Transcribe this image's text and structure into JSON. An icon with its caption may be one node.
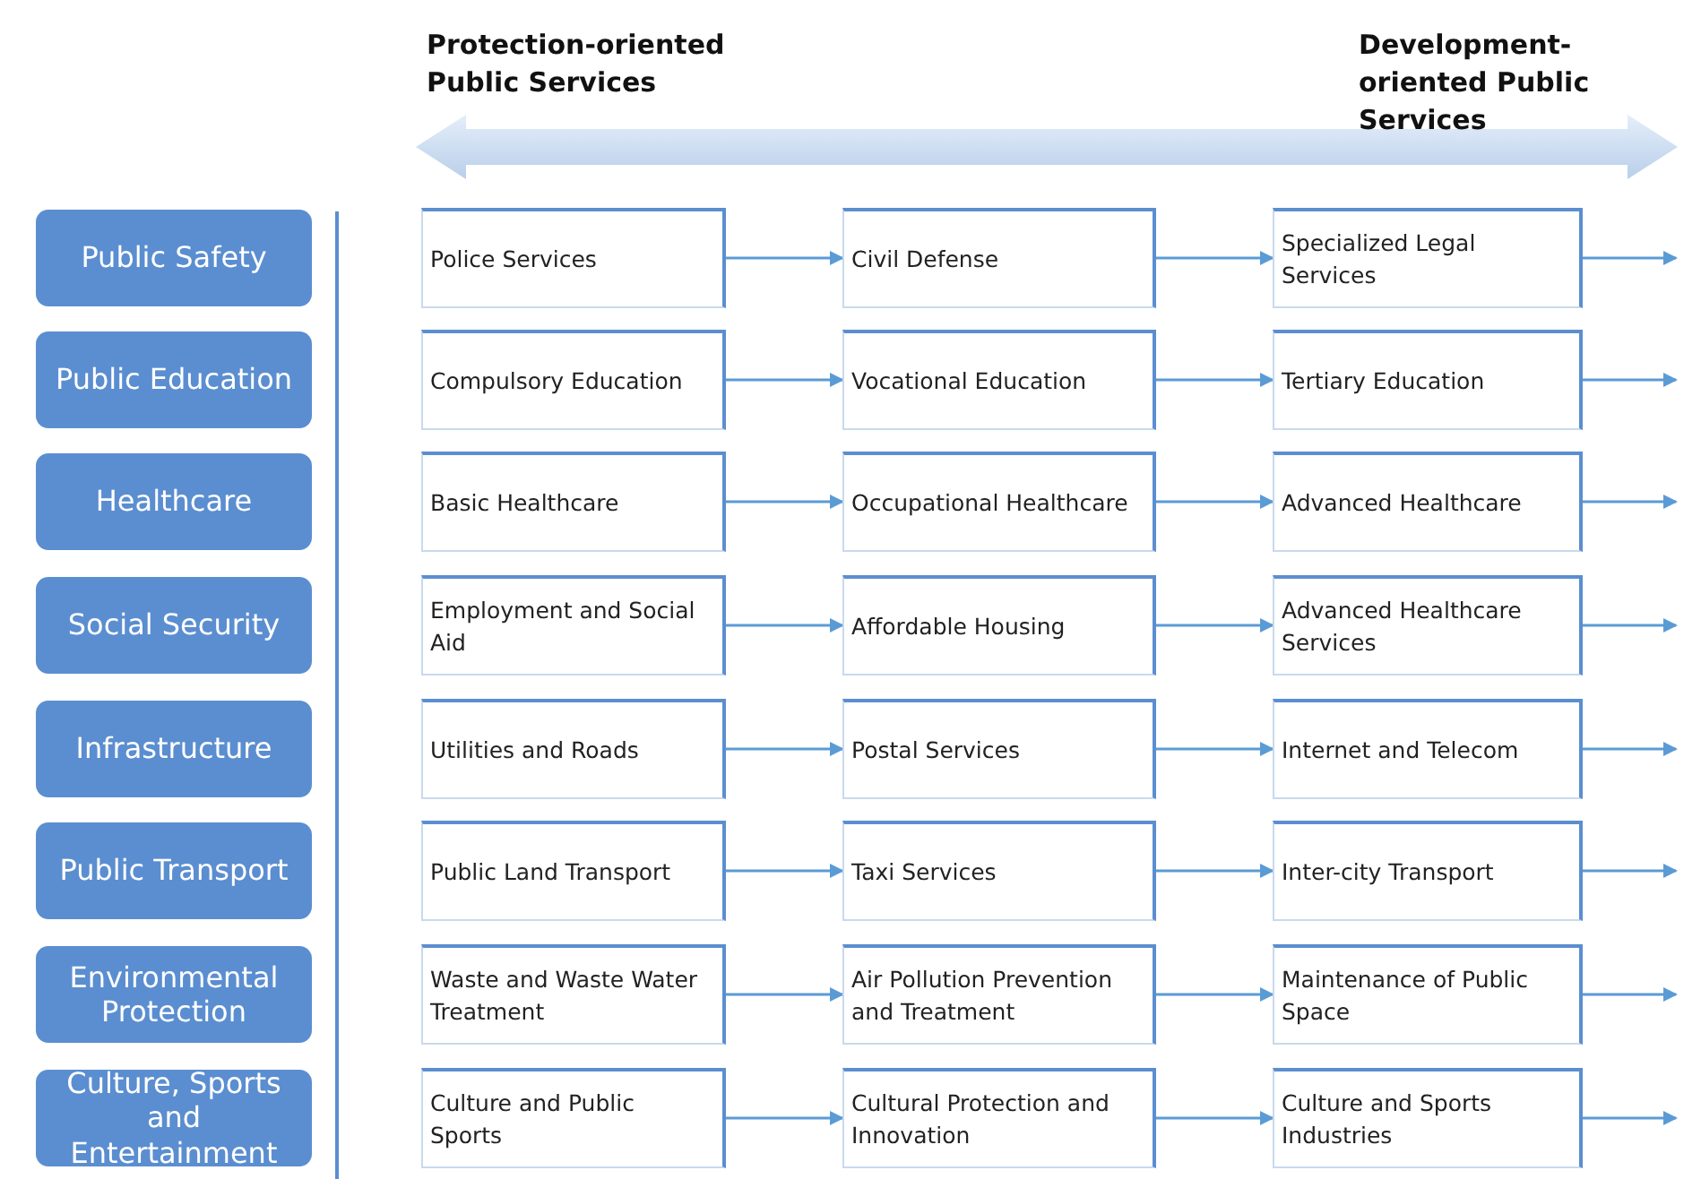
{
  "diagram": {
    "nodes": [
      {
        "text": [
          "Public Safety"
        ]
      },
      {
        "text": [
          "Police Services"
        ]
      },
      {
        "text": [
          "Civil Defense"
        ]
      },
      {
        "text": [
          "Specialized Legal Services"
        ]
      },
      {
        "text": [
          "Public Education"
        ]
      },
      {
        "text": [
          "Compulsory Education"
        ]
      },
      {
        "text": [
          "Vocational Education"
        ]
      },
      {
        "text": [
          "Tertiary Education"
        ]
      },
      {
        "text": [
          "Healthcare"
        ]
      },
      {
        "text": [
          "Basic Healthcare"
        ]
      },
      {
        "text": [
          "Occupational Healthcare"
        ]
      },
      {
        "text": [
          "Advanced Healthcare"
        ]
      },
      {
        "text": [
          "Social Security"
        ]
      },
      {
        "text": [
          "Employment and Social Aid"
        ]
      },
      {
        "text": [
          "Affordable Housing"
        ]
      },
      {
        "text": [
          "Advanced Healthcare Services"
        ]
      },
      {
        "text": [
          "Infrastructure"
        ]
      },
      {
        "text": [
          "Utilities and Roads"
        ]
      },
      {
        "text": [
          "Postal Services"
        ]
      },
      {
        "text": [
          "Internet and Telecom"
        ]
      },
      {
        "text": [
          "Public Transport"
        ]
      },
      {
        "text": [
          "Public Land Transport"
        ]
      },
      {
        "text": [
          "Taxi Services"
        ]
      },
      {
        "text": [
          "Inter-city Transport"
        ]
      },
      {
        "text": [
          "Environmental Protection"
        ]
      },
      {
        "text": [
          "Waste and Waste Water Treatment"
        ]
      },
      {
        "text": [
          "Air Pollution Prevention and Treatment"
        ]
      },
      {
        "text": [
          "Maintenance of Public Space"
        ]
      },
      {
        "text": [
          "Culture, Sports and Entertainment"
        ]
      },
      {
        "text": [
          "Culture and Public Sports"
        ]
      },
      {
        "text": [
          "Cultural Protection and Innovation"
        ]
      },
      {
        "text": [
          "Culture and Sports Industries"
        ]
      }
    ],
    "edges": [
      {
        "from": 1,
        "to": 2,
        "arrow": "to"
      },
      {
        "from": 2,
        "to": 3,
        "arrow": "to"
      },
      {
        "from": 3,
        "to": null,
        "arrow": "to"
      },
      {
        "from": 5,
        "to": 6,
        "arrow": "to"
      },
      {
        "from": 6,
        "to": 7,
        "arrow": "to"
      },
      {
        "from": 7,
        "to": null,
        "arrow": "to"
      },
      {
        "from": 9,
        "to": 10,
        "arrow": "to"
      },
      {
        "from": 10,
        "to": 11,
        "arrow": "to"
      },
      {
        "from": 11,
        "to": null,
        "arrow": "to"
      },
      {
        "from": 13,
        "to": 14,
        "arrow": "to"
      },
      {
        "from": 14,
        "to": 15,
        "arrow": "to"
      },
      {
        "from": 15,
        "to": null,
        "arrow": "to"
      },
      {
        "from": 17,
        "to": 18,
        "arrow": "to"
      },
      {
        "from": 18,
        "to": 19,
        "arrow": "to"
      },
      {
        "from": 19,
        "to": null,
        "arrow": "to"
      },
      {
        "from": 21,
        "to": 22,
        "arrow": "to"
      },
      {
        "from": 22,
        "to": 23,
        "arrow": "to"
      },
      {
        "from": 23,
        "to": null,
        "arrow": "to"
      },
      {
        "from": 25,
        "to": 26,
        "arrow": "to"
      },
      {
        "from": 26,
        "to": 27,
        "arrow": "to"
      },
      {
        "from": 27,
        "to": null,
        "arrow": "to"
      },
      {
        "from": 29,
        "to": 30,
        "arrow": "to"
      },
      {
        "from": 30,
        "to": 31,
        "arrow": "to"
      },
      {
        "from": 31,
        "to": null,
        "arrow": "to"
      }
    ],
    "labels": [
      "Protection-oriented Public Services",
      "Development-oriented Public Services"
    ]
  }
}
